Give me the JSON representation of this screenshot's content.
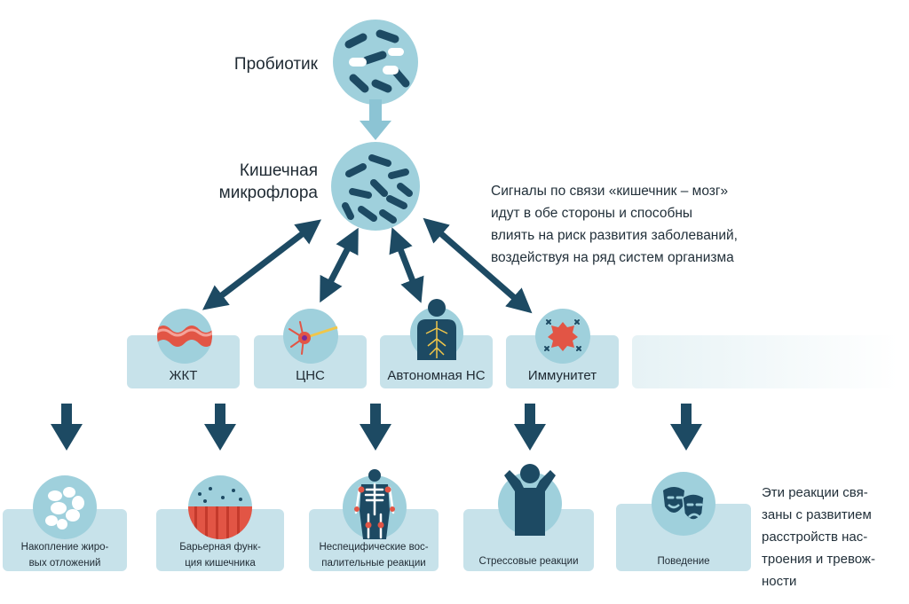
{
  "top": {
    "probiotic_label": "Пробиотик",
    "microflora_label_line1": "Кишечная",
    "microflora_label_line2": "микрофлора"
  },
  "signals_note": [
    "Сигналы по связи «кишечник – мозг»",
    "идут в обе стороны и способны",
    "влиять на риск развития заболеваний,",
    "воздействуя на ряд систем организма"
  ],
  "systems": [
    {
      "label": "ЖКТ",
      "icon": "intestine-wall-icon"
    },
    {
      "label": "ЦНС",
      "icon": "neuron-icon"
    },
    {
      "label": "Автономная НС",
      "icon": "nervous-system-body-icon"
    },
    {
      "label": "Иммунитет",
      "icon": "immune-cell-icon"
    }
  ],
  "outcomes": [
    {
      "line1": "Накопление жиро-",
      "line2": "вых отложений",
      "icon": "fat-cells-icon"
    },
    {
      "line1": "Барьерная функ-",
      "line2": "ция кишечника",
      "icon": "intestinal-barrier-icon"
    },
    {
      "line1": "Неспецифические вос-",
      "line2": "палительные реакции",
      "icon": "skeleton-inflammation-icon"
    },
    {
      "line1": "Стрессовые реакции",
      "line2": "",
      "icon": "stressed-person-icon"
    },
    {
      "line1": "Поведение",
      "line2": "",
      "icon": "theater-masks-icon"
    }
  ],
  "reactions_note": [
    "Эти реакции свя-",
    "заны с развитием",
    "расстройств нас-",
    "троения и тревож-",
    "ности"
  ],
  "colors": {
    "box": "#c7e2ea",
    "circle": "#9fd0dc",
    "dark": "#1d4a63",
    "arrow_light": "#8cc4d4",
    "red": "#e25545"
  }
}
